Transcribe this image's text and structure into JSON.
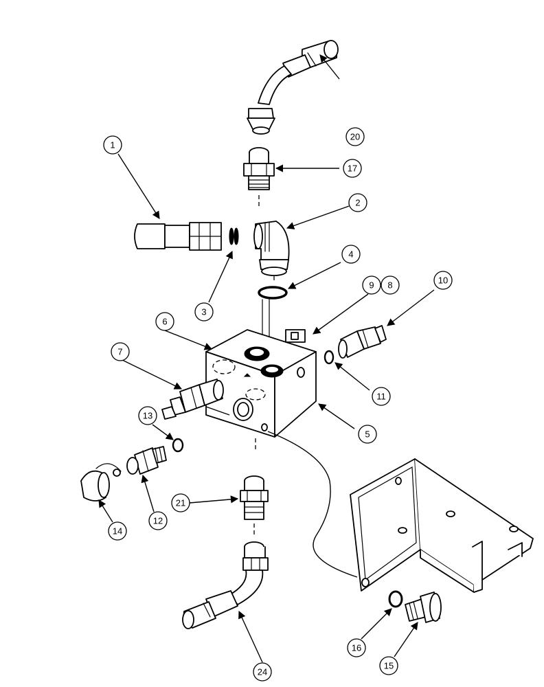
{
  "callouts": [
    {
      "id": "1",
      "label": "1"
    },
    {
      "id": "2",
      "label": "2"
    },
    {
      "id": "3",
      "label": "3"
    },
    {
      "id": "4",
      "label": "4"
    },
    {
      "id": "5",
      "label": "5"
    },
    {
      "id": "6",
      "label": "6"
    },
    {
      "id": "7",
      "label": "7"
    },
    {
      "id": "8",
      "label": "8"
    },
    {
      "id": "9",
      "label": "9"
    },
    {
      "id": "10",
      "label": "10"
    },
    {
      "id": "11",
      "label": "11"
    },
    {
      "id": "12",
      "label": "12"
    },
    {
      "id": "13",
      "label": "13"
    },
    {
      "id": "14",
      "label": "14"
    },
    {
      "id": "15",
      "label": "15"
    },
    {
      "id": "16",
      "label": "16"
    },
    {
      "id": "17",
      "label": "17"
    },
    {
      "id": "20",
      "label": "20"
    },
    {
      "id": "21",
      "label": "21"
    },
    {
      "id": "24",
      "label": "24"
    }
  ]
}
